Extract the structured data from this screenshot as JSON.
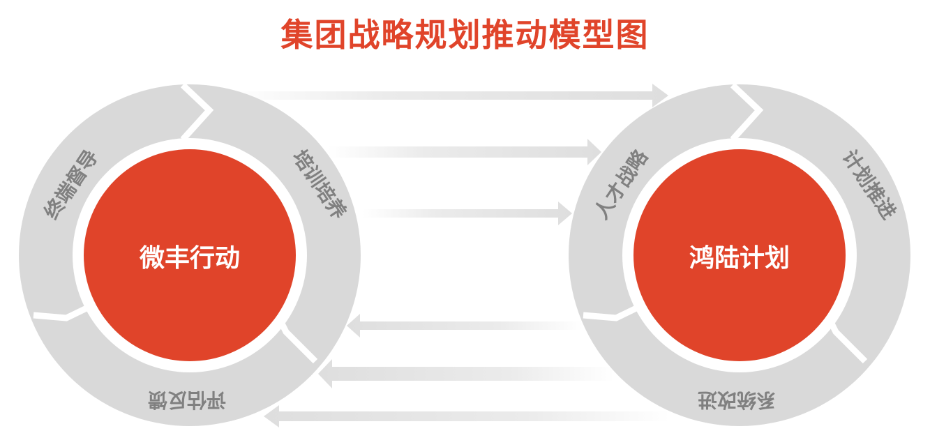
{
  "title": "集团战略规划推动模型图",
  "left_cycle": {
    "center": "微丰行动",
    "segments": [
      "培训培养",
      "评估反馈",
      "终端督导"
    ]
  },
  "right_cycle": {
    "center": "鸿陆计划",
    "segments": [
      "计划推进",
      "系统改进",
      "人才战略"
    ]
  },
  "colors": {
    "title": "#e0442a",
    "center_fill": "#e0442a",
    "center_text": "#ffffff",
    "ring": "#d9d9d9",
    "ring_text": "#808080",
    "arrow": "#dedede"
  }
}
